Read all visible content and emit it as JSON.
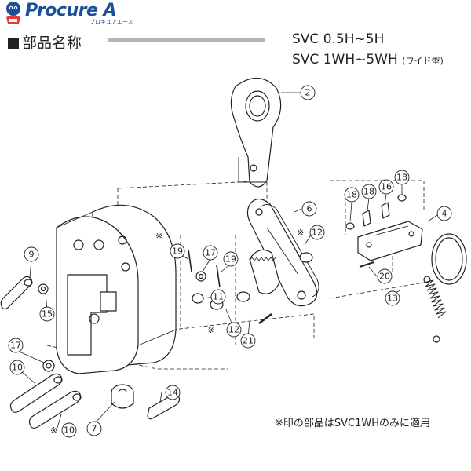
{
  "logo": {
    "brand": "Procure A",
    "sub": "プロキュアエース"
  },
  "header": {
    "section_title": "部品名称",
    "model_line_1": "SVC 0.5H~5H",
    "model_line_2": "SVC 1WH~5WH",
    "model_line_2_note": "(ワイド型)"
  },
  "callouts": {
    "c2": "2",
    "c4": "4",
    "c6": "6",
    "c7": "7",
    "c9": "9",
    "c10a": "10",
    "c10b": "10",
    "c11": "11",
    "c12a": "12",
    "c12b": "12",
    "c13": "13",
    "c14": "14",
    "c15": "15",
    "c16": "16",
    "c17a": "17",
    "c17b": "17",
    "c18a": "18",
    "c18b": "18",
    "c19a": "19",
    "c19b": "19",
    "c20": "20",
    "c21": "21"
  },
  "marks": {
    "asterisk": "※"
  },
  "footnote": "※印の部品はSVC1WHのみに適用",
  "colors": {
    "logo_blue": "#1a4f9c",
    "header_bar": "#b4b4b4",
    "line": "#222222"
  }
}
